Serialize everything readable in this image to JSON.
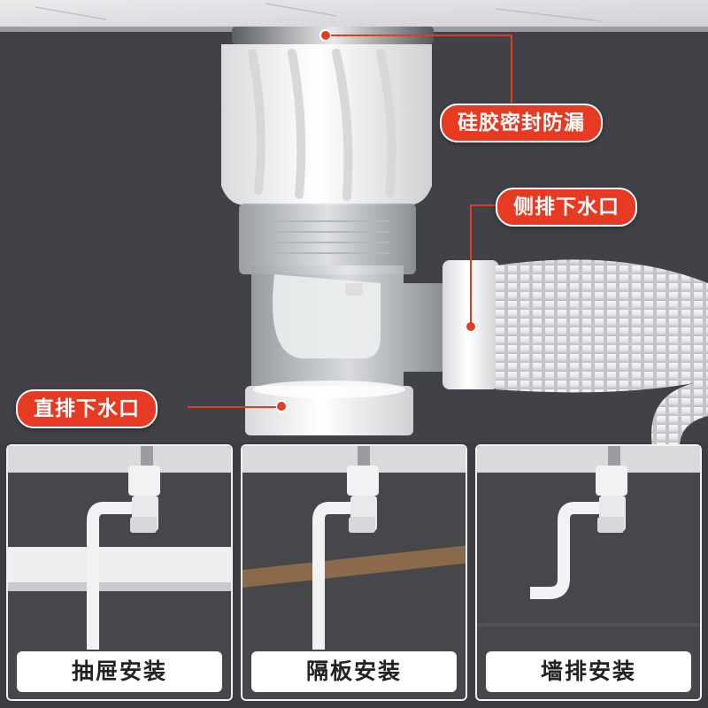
{
  "callouts": {
    "seal": "硅胶密封防漏",
    "side": "侧排下水口",
    "direct": "直排下水口"
  },
  "install_options": [
    {
      "label": "抽屉安装"
    },
    {
      "label": "隔板安装"
    },
    {
      "label": "墙排安装"
    }
  ],
  "colors": {
    "accent": "#e63a22",
    "cabinet_dark": "#3a3c40",
    "pipe_white": "#f3f4f5"
  }
}
